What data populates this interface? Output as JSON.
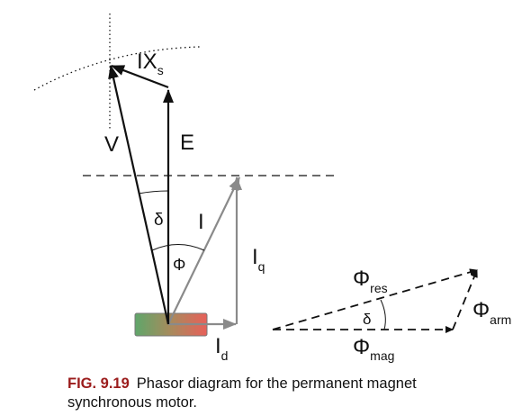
{
  "labels": {
    "V": "V",
    "E": "E",
    "IXs_main": "IX",
    "IXs_sub": "s",
    "delta": "δ",
    "I": "I",
    "Phi": "Φ",
    "Iq_main": "I",
    "Iq_sub": "q",
    "Id_main": "I",
    "Id_sub": "d",
    "Phi_res_main": "Φ",
    "Phi_res_sub": "res",
    "Phi_arm_main": "Φ",
    "Phi_arm_sub": "arm",
    "Phi_mag_main": "Φ",
    "Phi_mag_sub": "mag",
    "delta2": "δ"
  },
  "caption": {
    "figure_number": "FIG. 9.19",
    "text": "Phasor diagram for the permanent magnet synchronous motor."
  },
  "colors": {
    "figure_number": "#9b1c1c",
    "magnet_green": "#5fa66a",
    "magnet_red": "#e8605a",
    "gray_vector": "#8a8a8a",
    "black_vector": "#111111"
  }
}
